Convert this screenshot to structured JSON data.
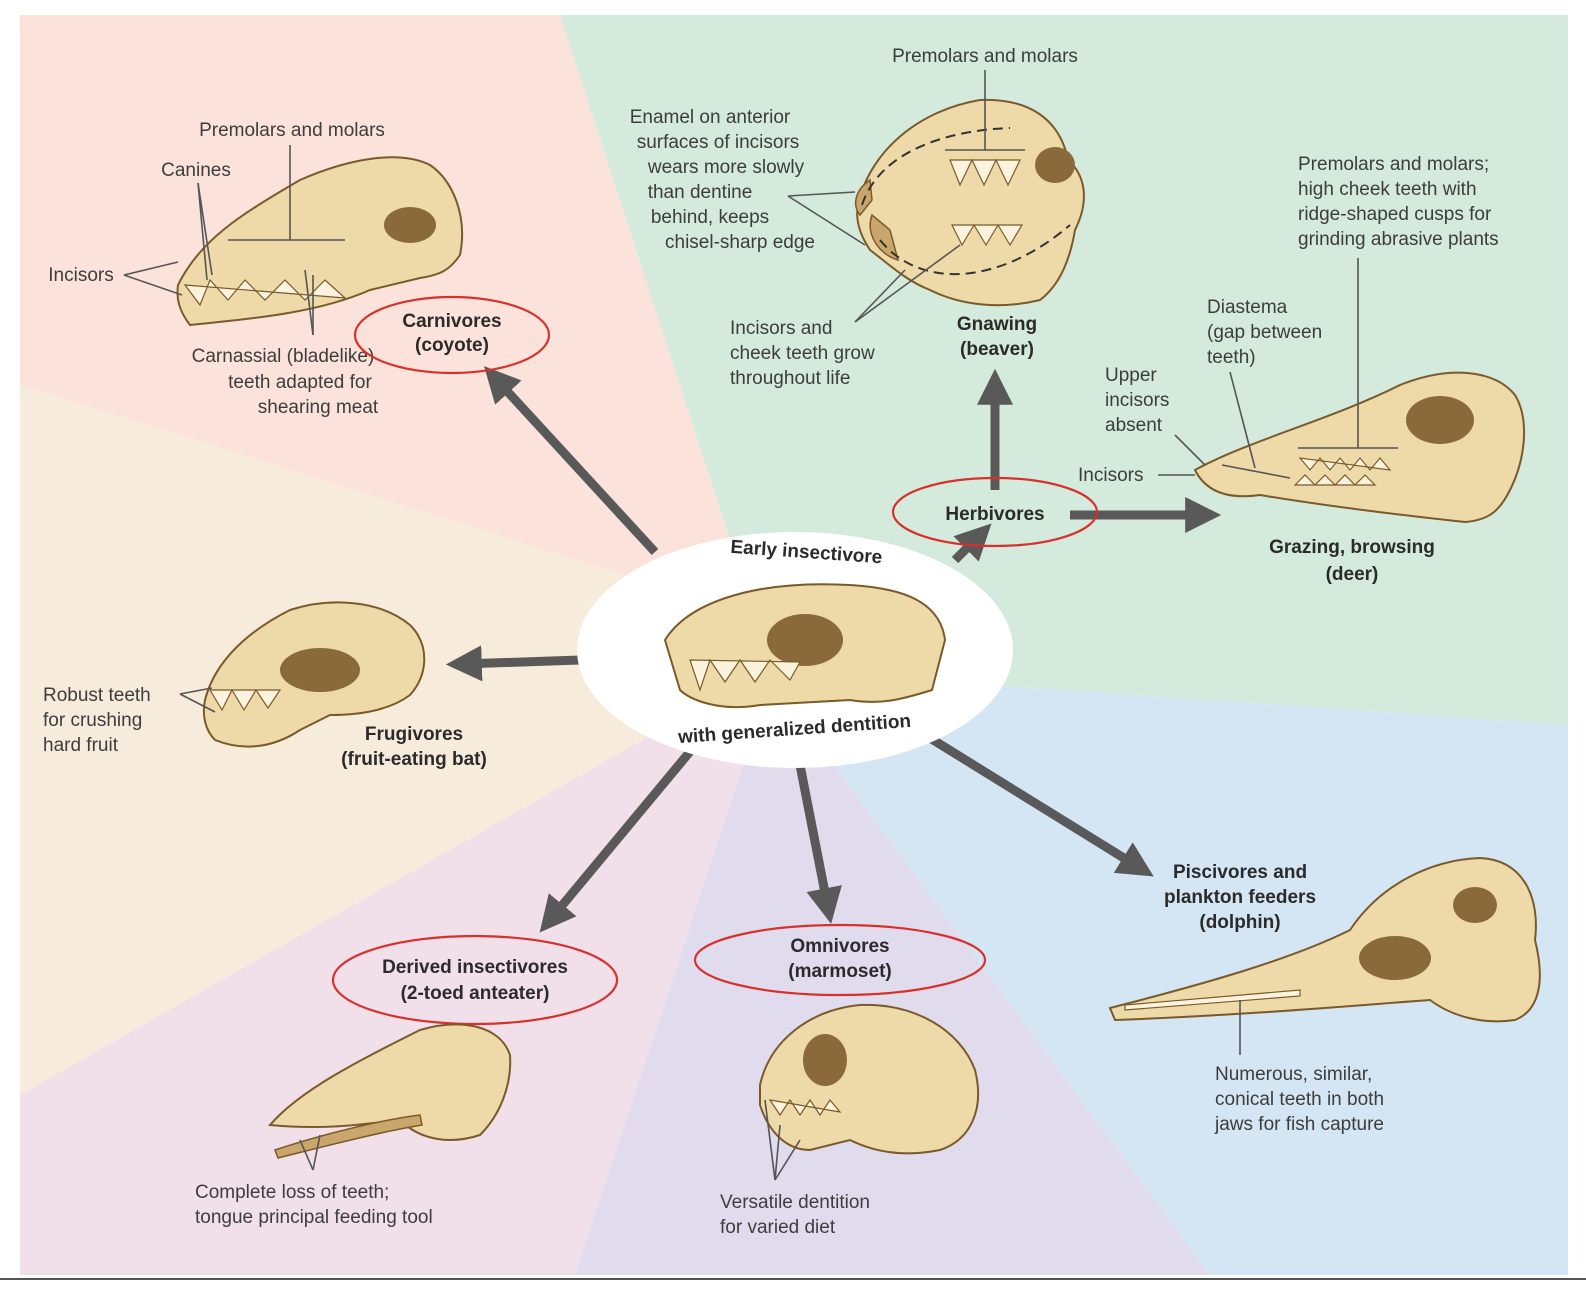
{
  "center": {
    "line1": "Early insectivore",
    "line2": "with generalized dentition"
  },
  "carnivores": {
    "title": [
      "Carnivores",
      "(coyote)"
    ],
    "labels": {
      "premolars": "Premolars and molars",
      "canines": "Canines",
      "incisors": "Incisors",
      "carnassial": [
        "Carnassial (bladelike)",
        "teeth adapted for",
        "shearing meat"
      ]
    }
  },
  "gnawing": {
    "title": [
      "Gnawing",
      "(beaver)"
    ],
    "labels": {
      "premolars": "Premolars and molars",
      "enamel": [
        "Enamel on anterior",
        "surfaces of incisors",
        "wears more slowly",
        "than dentine",
        "behind, keeps",
        "chisel-sharp edge"
      ],
      "grow": [
        "Incisors and",
        "cheek teeth grow",
        "throughout life"
      ]
    }
  },
  "herbivores": {
    "title": "Herbivores"
  },
  "grazing": {
    "title": [
      "Grazing, browsing",
      "(deer)"
    ],
    "labels": {
      "premolars": [
        "Premolars and molars;",
        "high cheek teeth with",
        "ridge-shaped cusps for",
        "grinding abrasive plants"
      ],
      "diastema": [
        "Diastema",
        "(gap between",
        "teeth)"
      ],
      "upper": [
        "Upper",
        "incisors",
        "absent"
      ],
      "incisors": "Incisors"
    }
  },
  "frugivores": {
    "title": [
      "Frugivores",
      "(fruit-eating bat)"
    ],
    "labels": {
      "robust": [
        "Robust teeth",
        "for crushing",
        "hard fruit"
      ]
    }
  },
  "insectivores": {
    "title": [
      "Derived insectivores",
      "(2-toed anteater)"
    ],
    "labels": {
      "loss": [
        "Complete loss of teeth;",
        "tongue principal feeding tool"
      ]
    }
  },
  "omnivores": {
    "title": [
      "Omnivores",
      "(marmoset)"
    ],
    "labels": {
      "versatile": [
        "Versatile dentition",
        "for varied diet"
      ]
    }
  },
  "piscivores": {
    "title": [
      "Piscivores and",
      "plankton feeders",
      "(dolphin)"
    ],
    "labels": {
      "numerous": [
        "Numerous, similar,",
        "conical teeth in both",
        "jaws for fish capture"
      ]
    }
  },
  "colors": {
    "carnivore_bg": "#fbe3dc",
    "herbivore_bg": "#d3eadd",
    "frugivore_bg": "#f7ecdc",
    "insectivore_bg": "#f1dfe9",
    "omnivore_bg": "#e0dced",
    "piscivore_bg": "#d4e6f4",
    "highlight": "#d8302a",
    "arrow": "#595959",
    "bone": "#eed9a8"
  }
}
